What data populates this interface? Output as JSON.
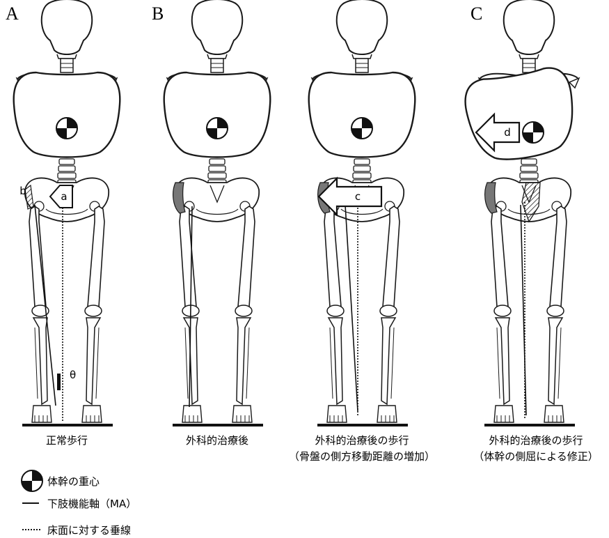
{
  "panels": {
    "a": {
      "letter": "A",
      "caption": "正常歩行"
    },
    "b": {
      "letter": "B",
      "caption": "外科的治療後"
    },
    "c": {
      "letter": "",
      "caption": "外科的治療後の歩行",
      "caption2": "（骨盤の側方移動距離の増加）"
    },
    "d": {
      "letter": "C",
      "caption": "外科的治療後の歩行",
      "caption2": "（体幹の側屈による修正）"
    }
  },
  "arrows": {
    "a": "a",
    "b": "b",
    "c": "c",
    "d": "d",
    "theta": "θ"
  },
  "legend": {
    "cog": "体幹の重心",
    "ma": "下肢機能軸（MA）",
    "vertical": "床面に対する垂線"
  },
  "colors": {
    "stroke": "#1a1a1a",
    "shade": "#7a7a7a",
    "bg": "#ffffff"
  }
}
